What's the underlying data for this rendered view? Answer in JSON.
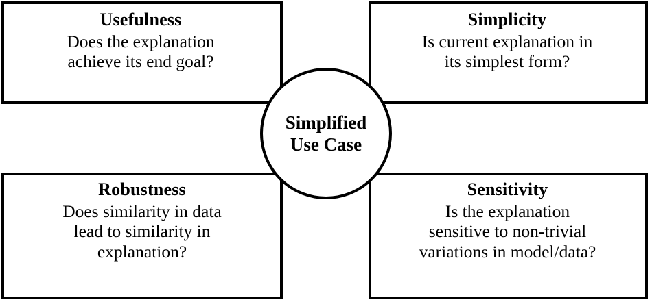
{
  "diagram": {
    "type": "four-quadrant-hub-and-spoke",
    "center": {
      "label_line_1": "Simplified",
      "label_line_2": "Use Case",
      "shape": "circle",
      "fill_color": "#FFFFFF",
      "stroke_color": "#000000"
    },
    "style": {
      "background_color": "#FFFFFF",
      "box_stroke_color": "#000000",
      "text_color": "#000000"
    },
    "quadrants": [
      {
        "id": "usefulness",
        "position": "top-left",
        "title": "Usefulness",
        "question_line_1": "Does the explanation",
        "question_line_2": "achieve its end goal?"
      },
      {
        "id": "simplicity",
        "position": "top-right",
        "title": "Simplicity",
        "question_line_1": "Is current explanation in",
        "question_line_2": "its simplest form?"
      },
      {
        "id": "robustness",
        "position": "bottom-left",
        "title": "Robustness",
        "question_line_1": "Does similarity in data",
        "question_line_2": "lead to similarity in",
        "question_line_3": "explanation?"
      },
      {
        "id": "sensitivity",
        "position": "bottom-right",
        "title": "Sensitivity",
        "question_line_1": "Is the explanation",
        "question_line_2": "sensitive to non-trivial",
        "question_line_3": "variations in model/data?"
      }
    ]
  }
}
